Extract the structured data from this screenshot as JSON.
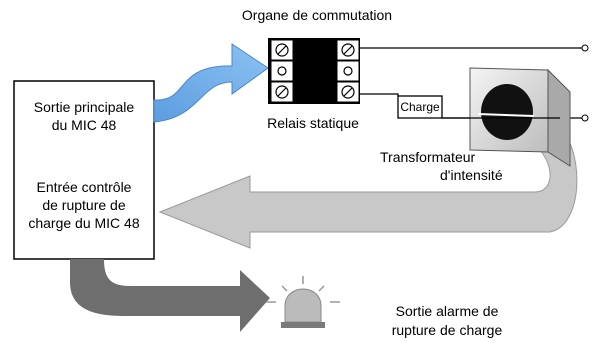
{
  "labels": {
    "switching_organ": "Organe de commutation",
    "static_relay": "Relais statique",
    "charge": "Charge",
    "current_transformer_line1": "Transformateur",
    "current_transformer_line2": "d'intensité",
    "main_output_line1": "Sortie principale",
    "main_output_line2": "du MIC 48",
    "control_input_line1": "Entrée contrôle",
    "control_input_line2": "de rupture de",
    "control_input_line3": "charge du MIC 48",
    "alarm_output_line1": "Sortie alarme de",
    "alarm_output_line2": "rupture de charge"
  },
  "colors": {
    "main_arrow": "#6aa9e6",
    "return_arrow": "#c8c8c8",
    "alarm_arrow": "#6e6e6e",
    "transformer_body": "#e8e8e8",
    "relay_body": "#000000"
  },
  "icons": {
    "alarm": "warning-beacon-icon",
    "screw": "screw-terminal-icon"
  }
}
